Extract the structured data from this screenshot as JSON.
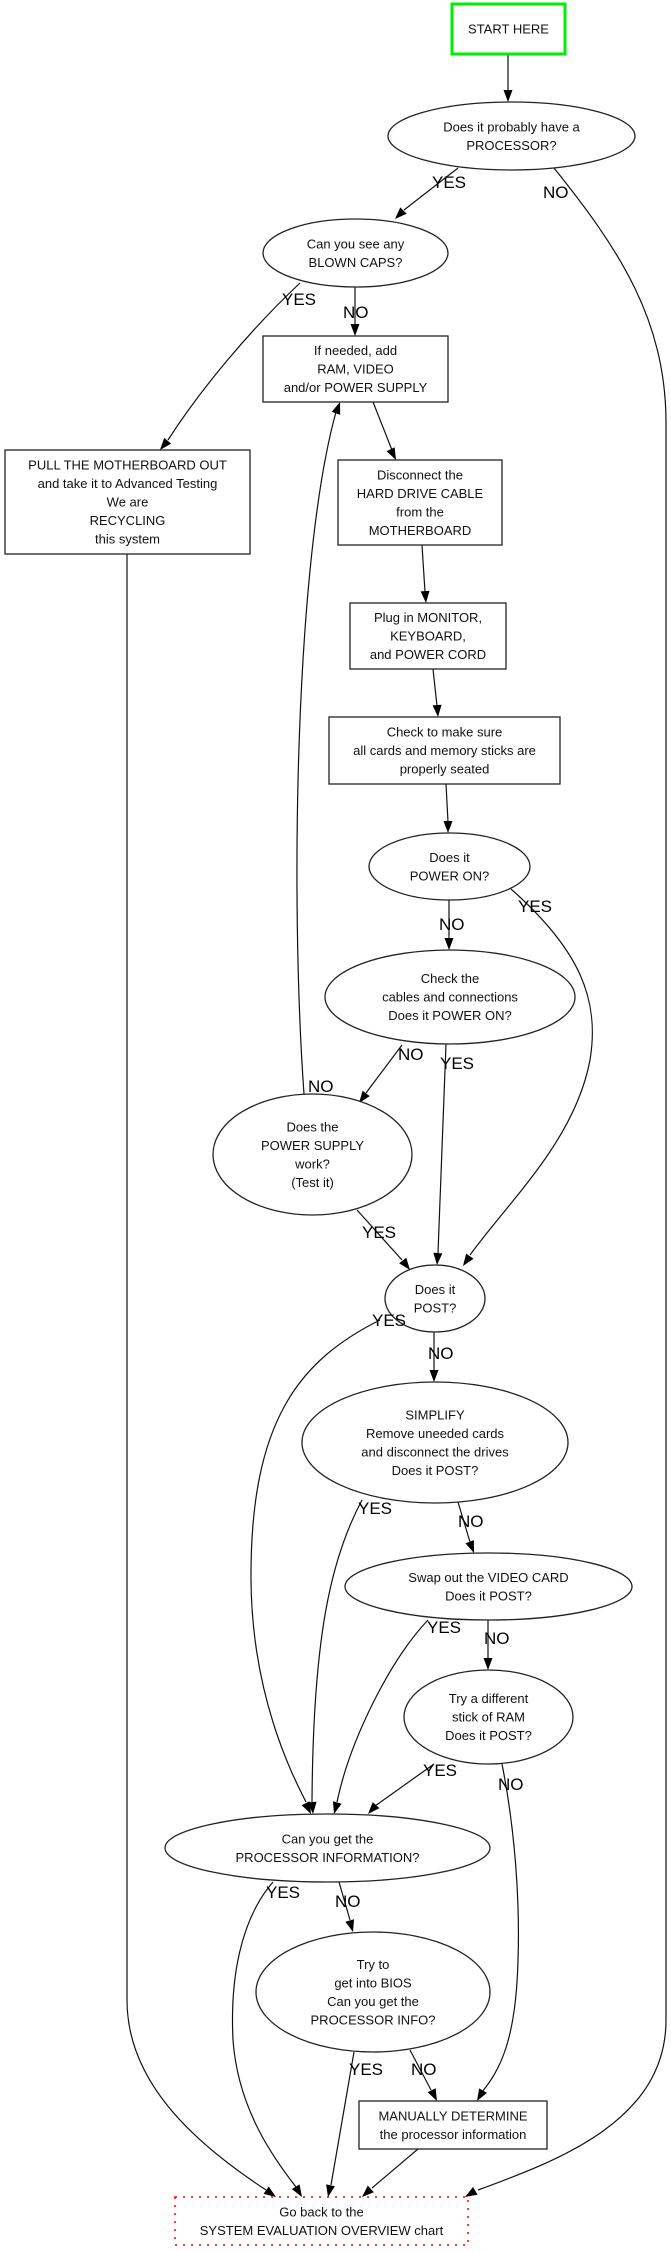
{
  "title": "Processor troubleshooting flowchart",
  "colors": {
    "start_border": "#00ee00",
    "end_border": "#ff0000",
    "line": "#111111"
  },
  "nodes": {
    "start": {
      "shape": "box",
      "style": "start",
      "lines": [
        "START HERE"
      ]
    },
    "processor": {
      "shape": "ellipse",
      "lines": [
        "Does it probably have a",
        "PROCESSOR?"
      ]
    },
    "caps": {
      "shape": "ellipse",
      "lines": [
        "Can you see any",
        "BLOWN CAPS?"
      ]
    },
    "add": {
      "shape": "box",
      "lines": [
        "If needed, add",
        "RAM, VIDEO",
        "and/or POWER SUPPLY"
      ]
    },
    "pull": {
      "shape": "box",
      "lines": [
        "PULL THE MOTHERBOARD OUT",
        "and take it to Advanced Testing",
        "We are",
        "RECYCLING",
        "this system"
      ]
    },
    "disconnect": {
      "shape": "box",
      "lines": [
        "Disconnect the",
        "HARD DRIVE CABLE",
        "from the",
        "MOTHERBOARD"
      ]
    },
    "plug": {
      "shape": "box",
      "lines": [
        "Plug in MONITOR,",
        "KEYBOARD,",
        "and POWER CORD"
      ]
    },
    "seated": {
      "shape": "box",
      "lines": [
        "Check to make sure",
        "all cards and memory sticks are",
        "properly seated"
      ]
    },
    "power": {
      "shape": "ellipse",
      "lines": [
        "Does it",
        "POWER ON?"
      ]
    },
    "cables": {
      "shape": "ellipse",
      "lines": [
        "Check the",
        "cables and connections",
        "Does it POWER ON?"
      ]
    },
    "psu": {
      "shape": "ellipse",
      "lines": [
        "Does the",
        "POWER SUPPLY",
        "work?",
        "(Test it)"
      ]
    },
    "post": {
      "shape": "ellipse",
      "lines": [
        "Does it",
        "POST?"
      ]
    },
    "simplify": {
      "shape": "ellipse",
      "lines": [
        "SIMPLIFY",
        "Remove uneeded cards",
        "and disconnect the drives",
        "Does it POST?"
      ]
    },
    "video": {
      "shape": "ellipse",
      "lines": [
        "Swap out the VIDEO CARD",
        "Does it POST?"
      ]
    },
    "ram": {
      "shape": "ellipse",
      "lines": [
        "Try a different",
        "stick of RAM",
        "Does it POST?"
      ]
    },
    "cpuinfo": {
      "shape": "ellipse",
      "lines": [
        "Can you get the",
        "PROCESSOR INFORMATION?"
      ]
    },
    "bios": {
      "shape": "ellipse",
      "lines": [
        "Try to",
        "get into BIOS",
        "Can you get the",
        "PROCESSOR INFO?"
      ]
    },
    "manual": {
      "shape": "box",
      "lines": [
        "MANUALLY DETERMINE",
        "the processor information"
      ]
    },
    "goback": {
      "shape": "box",
      "style": "end",
      "lines": [
        "Go back to the",
        "SYSTEM EVALUATION OVERVIEW chart"
      ]
    }
  },
  "edges": [
    {
      "from": "start",
      "to": "processor",
      "label": ""
    },
    {
      "from": "processor",
      "to": "caps",
      "label": "YES"
    },
    {
      "from": "processor",
      "to": "goback",
      "label": "NO"
    },
    {
      "from": "caps",
      "to": "pull",
      "label": "YES"
    },
    {
      "from": "caps",
      "to": "add",
      "label": "NO"
    },
    {
      "from": "add",
      "to": "disconnect",
      "label": ""
    },
    {
      "from": "disconnect",
      "to": "plug",
      "label": ""
    },
    {
      "from": "plug",
      "to": "seated",
      "label": ""
    },
    {
      "from": "seated",
      "to": "power",
      "label": ""
    },
    {
      "from": "power",
      "to": "cables",
      "label": "NO"
    },
    {
      "from": "power",
      "to": "post",
      "label": "YES"
    },
    {
      "from": "cables",
      "to": "psu",
      "label": "NO"
    },
    {
      "from": "cables",
      "to": "post",
      "label": "YES"
    },
    {
      "from": "psu",
      "to": "add",
      "label": "NO"
    },
    {
      "from": "psu",
      "to": "post",
      "label": "YES"
    },
    {
      "from": "post",
      "to": "simplify",
      "label": "NO"
    },
    {
      "from": "post",
      "to": "cpuinfo",
      "label": "YES"
    },
    {
      "from": "simplify",
      "to": "cpuinfo",
      "label": "YES"
    },
    {
      "from": "simplify",
      "to": "video",
      "label": "NO"
    },
    {
      "from": "video",
      "to": "cpuinfo",
      "label": "YES"
    },
    {
      "from": "video",
      "to": "ram",
      "label": "NO"
    },
    {
      "from": "ram",
      "to": "cpuinfo",
      "label": "YES"
    },
    {
      "from": "ram",
      "to": "manual",
      "label": "NO"
    },
    {
      "from": "cpuinfo",
      "to": "goback",
      "label": "YES"
    },
    {
      "from": "cpuinfo",
      "to": "bios",
      "label": "NO"
    },
    {
      "from": "bios",
      "to": "goback",
      "label": "YES"
    },
    {
      "from": "bios",
      "to": "manual",
      "label": "NO"
    },
    {
      "from": "manual",
      "to": "goback",
      "label": ""
    },
    {
      "from": "pull",
      "to": "goback",
      "label": ""
    }
  ]
}
